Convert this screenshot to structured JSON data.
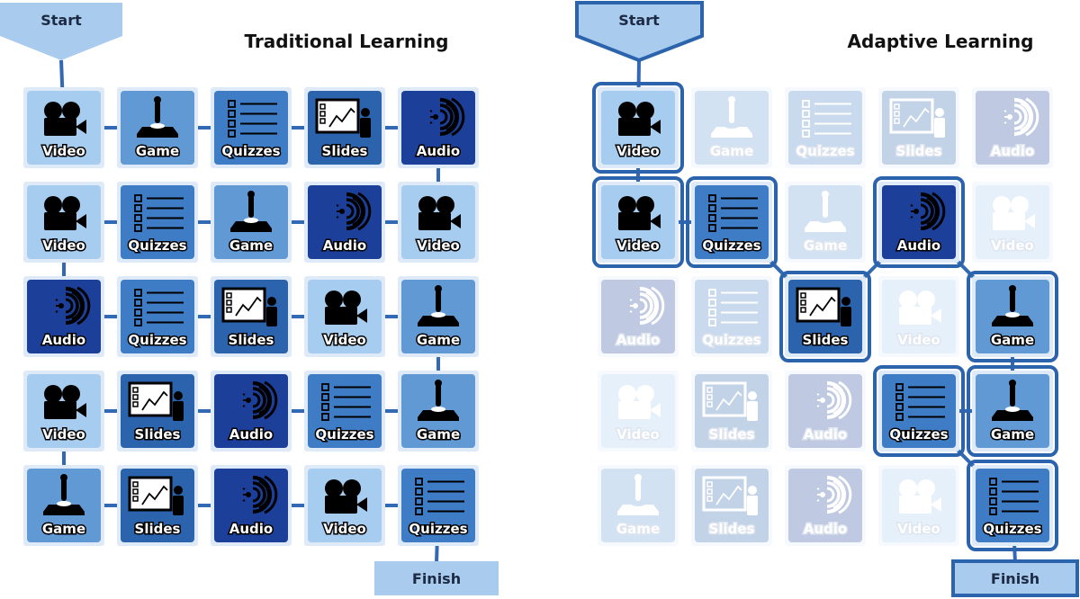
{
  "colors": {
    "Video": "#a6cdf0",
    "Game": "#6199d5",
    "Quizzes": "#3f7cc6",
    "Slides": "#2c63ad",
    "Audio": "#1c3f99",
    "connector": "#3169b5",
    "highlight_border": "#2c63ad",
    "start_fill": "#a9ccee",
    "finish_fill": "#a9ccee"
  },
  "traditional": {
    "title": "Traditional Learning",
    "start_label": "Start",
    "finish_label": "Finish",
    "grid": [
      [
        "Video",
        "Game",
        "Quizzes",
        "Slides",
        "Audio"
      ],
      [
        "Video",
        "Quizzes",
        "Game",
        "Audio",
        "Video"
      ],
      [
        "Audio",
        "Quizzes",
        "Slides",
        "Video",
        "Game"
      ],
      [
        "Video",
        "Slides",
        "Audio",
        "Quizzes",
        "Game"
      ],
      [
        "Game",
        "Slides",
        "Audio",
        "Video",
        "Quizzes"
      ]
    ]
  },
  "adaptive": {
    "title": "Adaptive Learning",
    "start_label": "Start",
    "finish_label": "Finish",
    "grid": [
      [
        "Video",
        "Game",
        "Quizzes",
        "Slides",
        "Audio"
      ],
      [
        "Video",
        "Quizzes",
        "Game",
        "Audio",
        "Video"
      ],
      [
        "Audio",
        "Quizzes",
        "Slides",
        "Video",
        "Game"
      ],
      [
        "Video",
        "Slides",
        "Audio",
        "Quizzes",
        "Game"
      ],
      [
        "Game",
        "Slides",
        "Audio",
        "Video",
        "Quizzes"
      ]
    ],
    "active_path": [
      [
        0,
        0
      ],
      [
        1,
        0
      ],
      [
        1,
        1
      ],
      [
        2,
        2
      ],
      [
        1,
        3
      ],
      [
        2,
        4
      ],
      [
        3,
        4
      ],
      [
        3,
        3
      ],
      [
        4,
        4
      ]
    ]
  }
}
